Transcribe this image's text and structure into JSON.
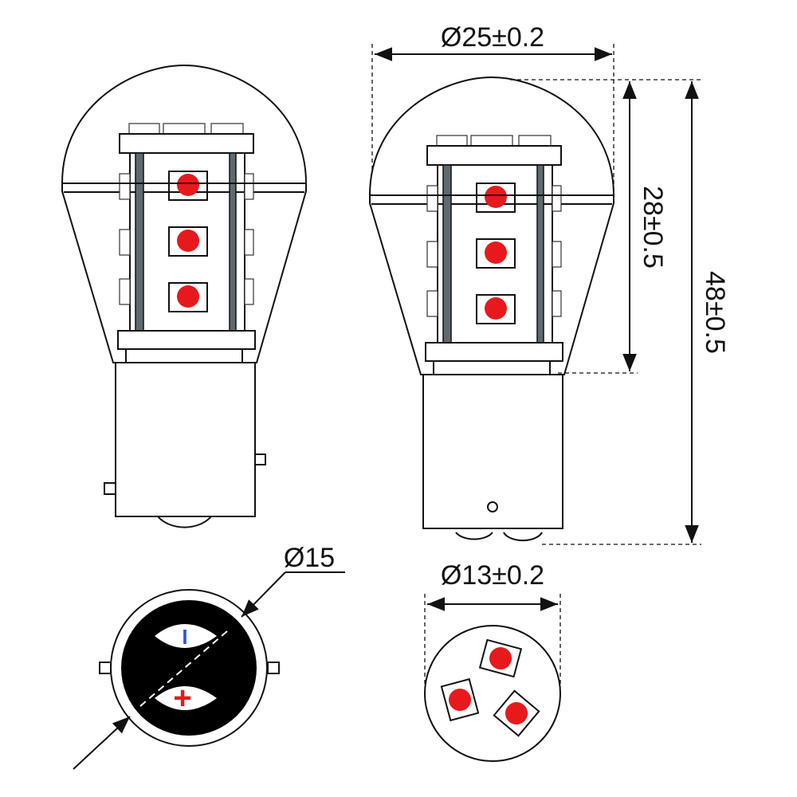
{
  "dimensions": {
    "globe_diameter": "Ø25±0.2",
    "led_section_height": "28±0.5",
    "total_height": "48±0.5",
    "base_diameter": "Ø13±0.2",
    "socket_diameter": "Ø15"
  },
  "polarity": {
    "negative": "I",
    "positive": "+"
  },
  "colors": {
    "led": "#e8191c",
    "negative": "#2b57e0",
    "positive": "#e8191c",
    "outline": "#111111",
    "rod": "#5f6a70"
  }
}
